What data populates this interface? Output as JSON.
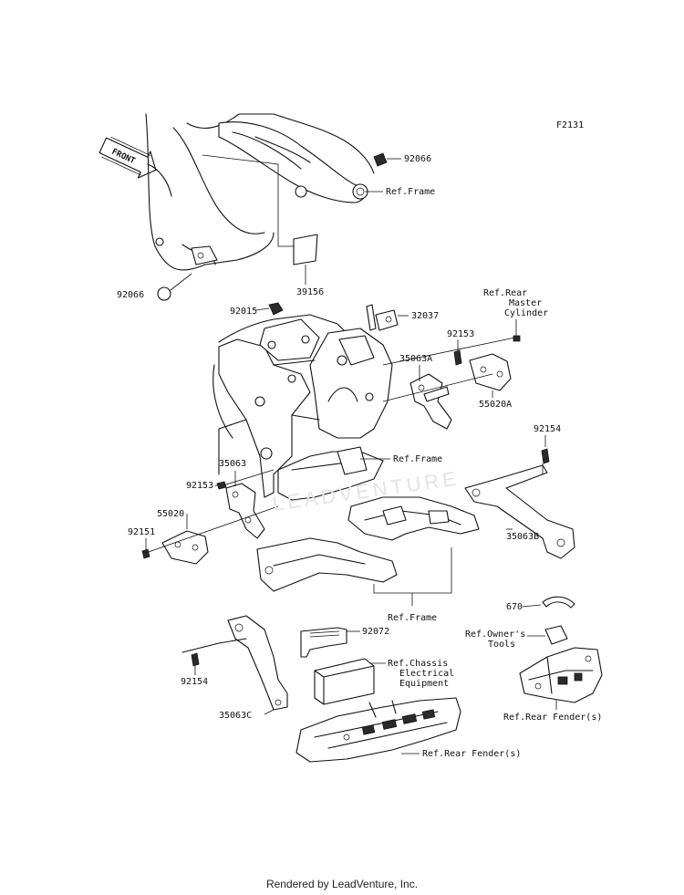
{
  "diagram": {
    "figure_code": "F2131",
    "front_arrow_label": "FRONT",
    "watermark": "LEADVENTURE",
    "footer": "Rendered by LeadVenture, Inc.",
    "labels": {
      "p92066_top": "92066",
      "ref_frame_top": "Ref.Frame",
      "p39156": "39156",
      "p92066_left": "92066",
      "p92015": "92015",
      "p32037": "32037",
      "ref_rear_master_1": "Ref.Rear",
      "ref_rear_master_2": "Master",
      "ref_rear_master_3": "Cylinder",
      "p92153_right": "92153",
      "p35063A": "35063A",
      "p55020A": "55020A",
      "p92154_right": "92154",
      "ref_frame_mid": "Ref.Frame",
      "p35063": "35063",
      "p92153_left": "92153",
      "p55020": "55020",
      "p92151": "92151",
      "p35063B": "35063B",
      "ref_frame_low": "Ref.Frame",
      "p670": "670",
      "ref_owners_1": "Ref.Owner's",
      "ref_owners_2": "Tools",
      "p92072": "92072",
      "ref_chassis_1": "Ref.Chassis",
      "ref_chassis_2": "Electrical",
      "ref_chassis_3": "Equipment",
      "p92154_left": "92154",
      "p35063C": "35063C",
      "ref_rear_fender_right": "Ref.Rear Fender(s)",
      "ref_rear_fender_bottom": "Ref.Rear Fender(s)"
    }
  }
}
